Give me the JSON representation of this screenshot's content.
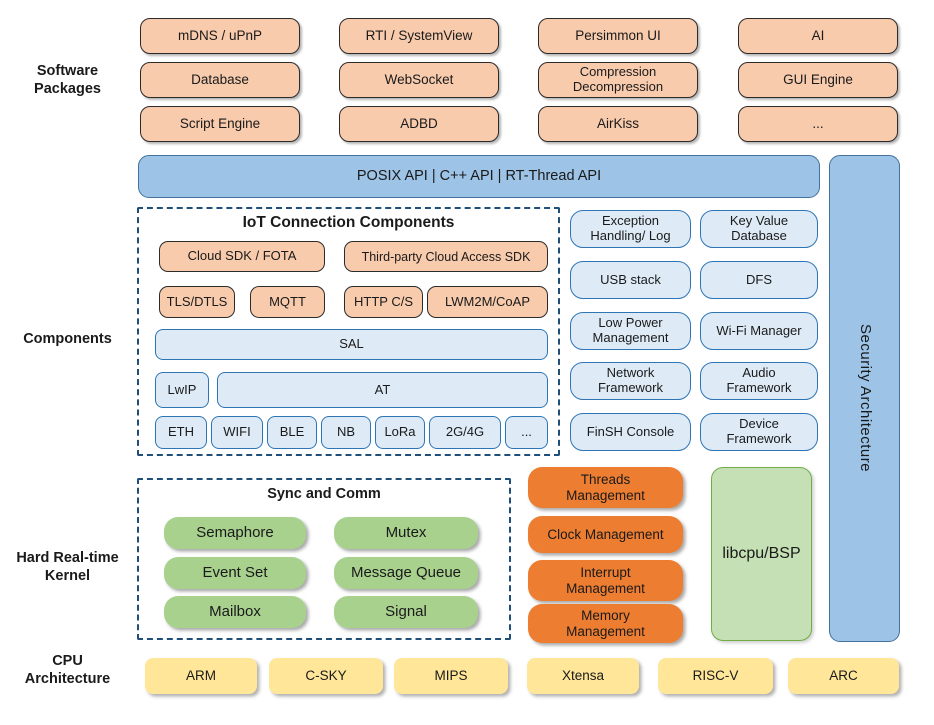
{
  "colors": {
    "pkg-fill": "#F8CBAD",
    "pkg-border": "#2b2b2b",
    "bar-fill": "#9DC3E6",
    "bar-border": "#41719C",
    "lblue-fill": "#DEEBF7",
    "lblue-border": "#2E75B6",
    "green-fill": "#A9D18E",
    "orange-fill": "#ED7D31",
    "lgreen-fill": "#C5E0B4",
    "lgreen-border": "#70AD47",
    "yellow-fill": "#FFE699",
    "dash-border": "#1F4E79",
    "text": "#1a1a1a"
  },
  "labels": {
    "software": "Software\nPackages",
    "components": "Components",
    "kernel": "Hard Real-time\nKernel",
    "cpu": "CPU\nArchitecture"
  },
  "packages": {
    "rows": [
      [
        "mDNS / uPnP",
        "RTI / SystemView",
        "Persimmon UI",
        "AI"
      ],
      [
        "Database",
        "WebSocket",
        "Compression\nDecompression",
        "GUI Engine"
      ],
      [
        "Script Engine",
        "ADBD",
        "AirKiss",
        "..."
      ]
    ]
  },
  "api_bar": {
    "label": "POSIX API  |  C++ API  |  RT-Thread API"
  },
  "security": {
    "label": "Security Architecture"
  },
  "iot": {
    "title": "IoT Connection Components",
    "cloud": [
      "Cloud SDK / FOTA",
      "Third-party Cloud Access SDK"
    ],
    "protocols": [
      "TLS/DTLS",
      "MQTT",
      "HTTP C/S",
      "LWM2M/CoAP"
    ],
    "sal": "SAL",
    "lwip": "LwIP",
    "at": "AT",
    "phy": [
      "ETH",
      "WIFI",
      "BLE",
      "NB",
      "LoRa",
      "2G/4G",
      "..."
    ]
  },
  "services": {
    "rows": [
      [
        "Exception\nHandling/ Log",
        "Key Value\nDatabase"
      ],
      [
        "USB stack",
        "DFS"
      ],
      [
        "Low Power\nManagement",
        "Wi-Fi Manager"
      ],
      [
        "Network\nFramework",
        "Audio\nFramework"
      ],
      [
        "FinSH Console",
        "Device\nFramework"
      ]
    ]
  },
  "kernel": {
    "sync_title": "Sync and Comm",
    "sync_items": [
      [
        "Semaphore",
        "Mutex"
      ],
      [
        "Event Set",
        "Message Queue"
      ],
      [
        "Mailbox",
        "Signal"
      ]
    ],
    "mgmt": [
      "Threads\nManagement",
      "Clock Management",
      "Interrupt\nManagement",
      "Memory\nManagement"
    ],
    "libcpu": "libcpu/BSP"
  },
  "cpu": {
    "items": [
      "ARM",
      "C-SKY",
      "MIPS",
      "Xtensa",
      "RISC-V",
      "ARC"
    ]
  }
}
